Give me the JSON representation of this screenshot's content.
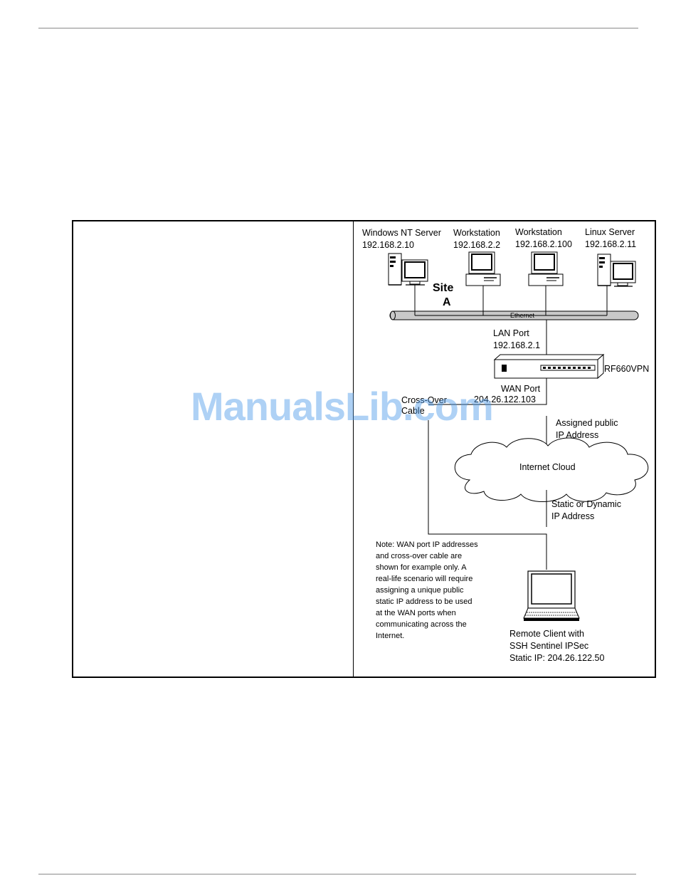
{
  "diagram": {
    "site_label_line1": "Site",
    "site_label_line2": "A",
    "nodes": {
      "nt_server": {
        "name": "Windows NT Server",
        "ip": "192.168.2.10"
      },
      "workstation1": {
        "name": "Workstation",
        "ip": "192.168.2.2"
      },
      "workstation2": {
        "name": "Workstation",
        "ip": "192.168.2.100"
      },
      "linux_server": {
        "name": "Linux Server",
        "ip": "192.168.2.11"
      },
      "router": {
        "name": "RF660VPN"
      },
      "remote_client": {
        "line1": "Remote Client with",
        "line2": "SSH Sentinel IPSec",
        "line3": "Static IP: 204.26.122.50"
      }
    },
    "ethernet_label": "Ethernet",
    "lan_port": {
      "label": "LAN Port",
      "ip": "192.168.2.1"
    },
    "wan_port": {
      "label": "WAN Port",
      "ip": "204.26.122.103"
    },
    "crossover_cable": {
      "line1": "Cross-Over",
      "line2": "Cable"
    },
    "assigned_public": {
      "line1": "Assigned public",
      "line2": "IP Address"
    },
    "internet_cloud": "Internet Cloud",
    "static_dynamic": {
      "line1": "Static or Dynamic",
      "line2": "IP Address"
    },
    "note_lines": [
      "Note: WAN port IP addresses",
      "and cross-over cable are",
      "shown for example only.  A",
      "real-life scenario will require",
      "assigning a unique public",
      "static IP address to be used",
      "at the WAN ports when",
      "communicating across the",
      "Internet."
    ]
  },
  "watermark": "ManualsLib.com"
}
